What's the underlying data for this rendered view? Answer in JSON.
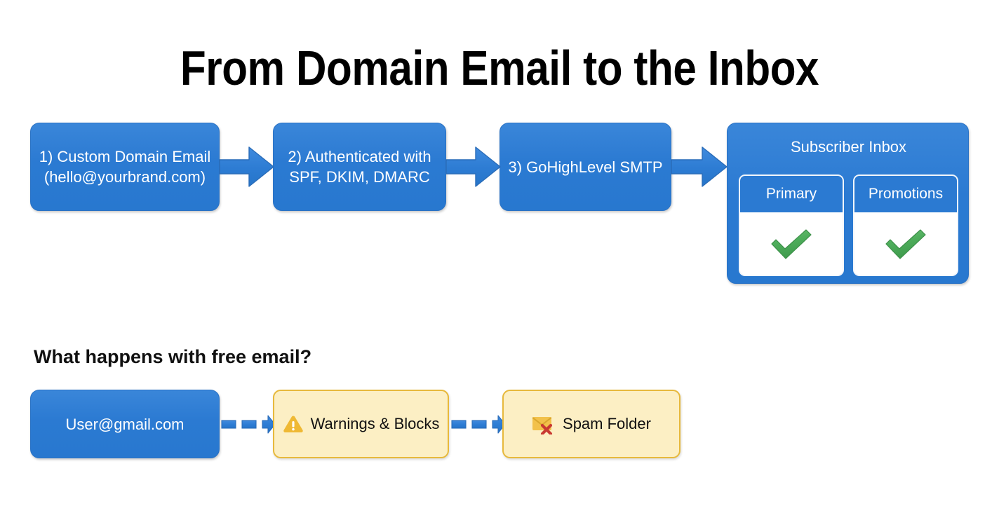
{
  "page": {
    "title": "From Domain Email to the Inbox",
    "background_color": "#ffffff"
  },
  "colors": {
    "blue_fill": "#2b7ad2",
    "blue_stroke": "#2a72c4",
    "arrow_blue": "#2f7fd0",
    "yellow_fill": "#fcefc4",
    "yellow_stroke": "#e7b93c",
    "warning_amber": "#efb934",
    "check_green": "#4caf50",
    "x_red": "#d03b33",
    "text_white": "#ffffff",
    "text_black": "#111111"
  },
  "flow": {
    "steps": [
      {
        "id": "step-1",
        "label": "1) Custom Domain Email\n(hello@yourbrand.com)",
        "line1": "1) Custom Domain Email",
        "line2": "(hello@yourbrand.com)"
      },
      {
        "id": "step-2",
        "label": "2) Authenticated with\nSPF, DKIM, DMARC",
        "line1": "2) Authenticated with",
        "line2": "SPF, DKIM, DMARC"
      },
      {
        "id": "step-3",
        "label": "3) GoHighLevel SMTP",
        "line1": "3) GoHighLevel SMTP",
        "line2": ""
      }
    ],
    "arrow_count": 4,
    "arrow_style": "solid-block-arrow"
  },
  "inbox": {
    "title": "Subscriber Inbox",
    "tabs": [
      {
        "label": "Primary",
        "status_icon": "check-icon",
        "status": "delivered"
      },
      {
        "label": "Promotions",
        "status_icon": "check-icon",
        "status": "delivered"
      }
    ]
  },
  "free_email": {
    "heading": "What happens with free email?",
    "nodes": [
      {
        "id": "free-sender",
        "label": "User@gmail.com",
        "type": "blue",
        "icon": ""
      },
      {
        "id": "warnings",
        "label": "Warnings & Blocks",
        "type": "yellow",
        "icon": "warning-triangle-icon"
      },
      {
        "id": "spam",
        "label": "Spam Folder",
        "type": "yellow",
        "icon": "envelope-blocked-icon"
      }
    ],
    "connector_style": "dashed-block-arrow",
    "connector_count": 2
  }
}
